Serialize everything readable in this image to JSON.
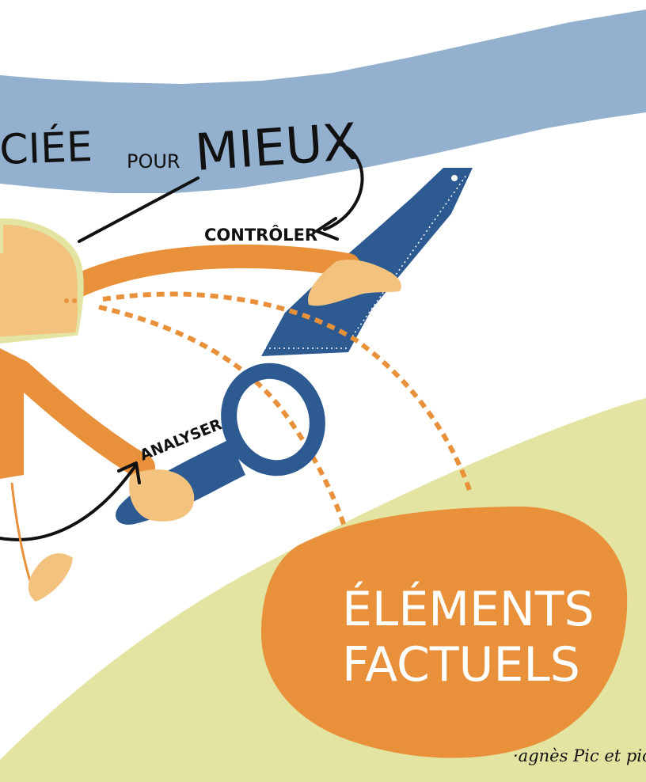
{
  "banner": {
    "word_left": "CIÉE",
    "word_small": "POUR",
    "word_big": "MIEUX"
  },
  "labels": {
    "controler": "CONTRÔLER",
    "analyser": "ANALYSER"
  },
  "blob": {
    "line1": "ÉLÉMENTS",
    "line2": "FACTUELS"
  },
  "signature": "·agnès Pic et pic·",
  "colors": {
    "banner_blue": "#93B1CE",
    "tool_blue": "#2C5A91",
    "orange": "#E8913A",
    "skin": "#F4C27F",
    "ground": "#E4E4A2",
    "ink": "#111111"
  },
  "icons": {
    "saw": "saw-icon",
    "magnifier": "magnifying-glass-icon",
    "character": "person-illustration"
  }
}
